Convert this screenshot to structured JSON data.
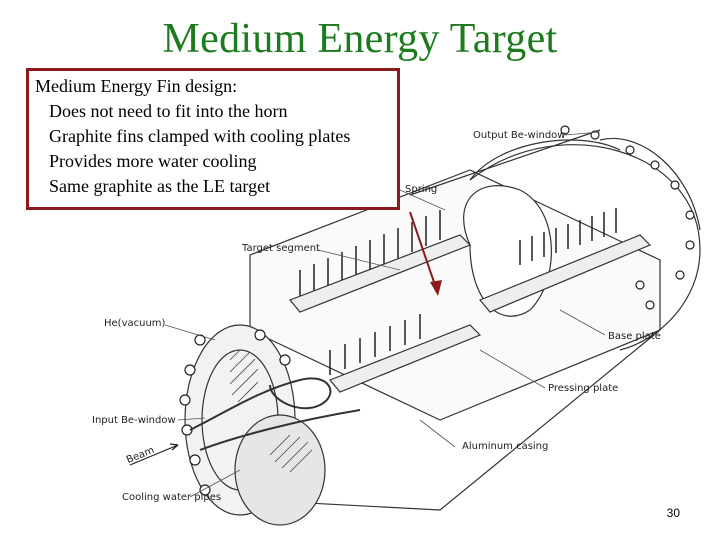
{
  "slide": {
    "title": "Medium Energy Target",
    "page_number": "30"
  },
  "textbox": {
    "heading": "Medium Energy Fin design:",
    "items": [
      "Does not need to fit into the horn",
      "Graphite fins clamped with cooling plates",
      "Provides more water cooling",
      "Same graphite as the LE target"
    ],
    "border_color": "#8b1a1a"
  },
  "drawing": {
    "labels": {
      "output_window": "Output Be-window",
      "spring": "Spring",
      "target_segment": "Target segment",
      "he_vacuum": "He(vacuum)",
      "base_plate": "Base plate",
      "pressing_plate": "Pressing plate",
      "input_window": "Input Be-window",
      "aluminum_casing": "Aluminum casing",
      "beam": "Beam",
      "cooling_pipes": "Cooling water pipes"
    }
  },
  "colors": {
    "title": "#1e7a1e",
    "arrow": "#8b1a1a"
  }
}
